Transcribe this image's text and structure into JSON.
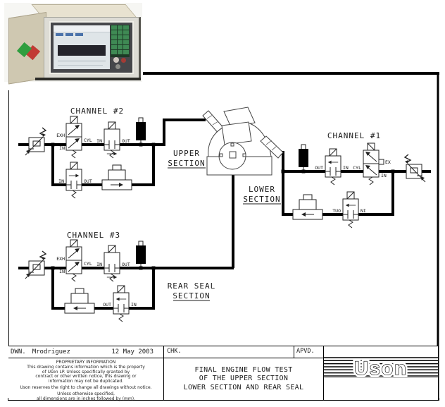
{
  "diagram": {
    "channel2": {
      "title": "CHANNEL #2",
      "pilot_valve": {
        "exh": "EXH",
        "cyl": "CYL",
        "in": "IN"
      },
      "supply_valve": {
        "in": "IN",
        "out": "OUT"
      },
      "return_valve": {
        "in": "IN",
        "out": "OUT"
      }
    },
    "channel1": {
      "title": "CHANNEL #1",
      "supply_valve": {
        "out": "OUT",
        "in": "IN"
      },
      "pilot_valve": {
        "cyl": "CYL",
        "exh": "EX",
        "in": "IN"
      },
      "return_valve": {
        "out": "TUO",
        "in": "NI"
      }
    },
    "channel3": {
      "title": "CHANNEL #3",
      "pilot_valve": {
        "exh": "EXH",
        "cyl": "CYL",
        "in": "IN"
      },
      "supply_valve": {
        "in": "IN",
        "out": "OUT"
      },
      "return_valve": {
        "out": "OUT",
        "in": "IN"
      }
    },
    "sections": {
      "upper": {
        "l1": "UPPER",
        "l2": "SECTION"
      },
      "lower": {
        "l1": "LOWER",
        "l2": "SECTION"
      },
      "rear": {
        "l1": "REAR SEAL",
        "l2": "SECTION"
      }
    }
  },
  "titleblock": {
    "dwn_label": "DWN.",
    "dwn_name": "Mrodriguez",
    "date": "12 May 2003",
    "chk_label": "CHK.",
    "apvd_label": "APVD.",
    "proprietary": {
      "heading": "PROPRIETARY INFORMATION",
      "line1": "This drawing contains information which is the property",
      "line2": "of Uson LP.  Unless specifically granted by",
      "line3": "contract or other written notice, this drawing or",
      "line4": "information may not be duplicated.",
      "line5": "Uson reserves the right to change all drawings without notice.",
      "line6": "Unless otherwise specified,",
      "line7": "all dimensions are in inches followed by (mm)."
    },
    "title_line1": "FINAL ENGINE FLOW TEST",
    "title_line2": "OF THE UPPER SECTION",
    "title_line3": "LOWER SECTION AND REAR SEAL",
    "logo_text": "Uson"
  },
  "colors": {
    "line": "#000000",
    "diamond_green": "#2f9e3f",
    "diamond_red": "#c23a34",
    "keypad_green": "#3f8a54"
  }
}
